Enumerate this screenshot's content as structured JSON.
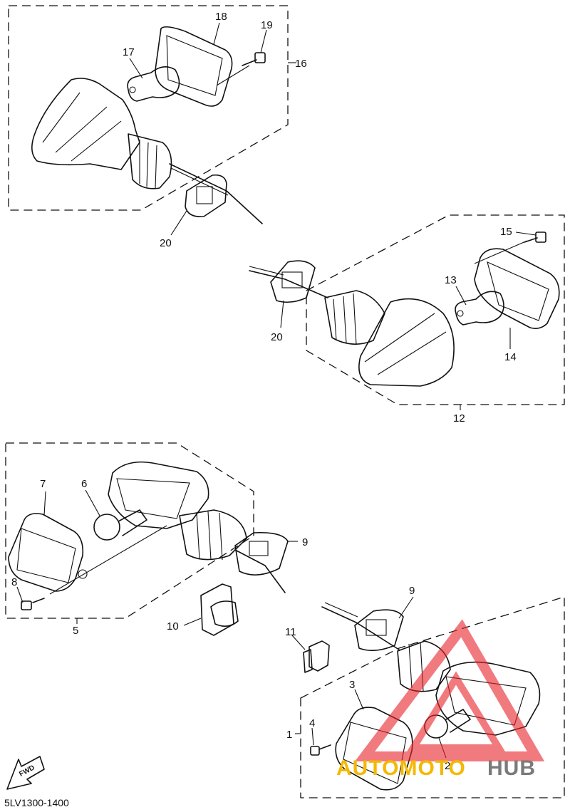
{
  "diagram": {
    "code": "5LV1300-1400",
    "fwd_label": "FWD",
    "callouts": {
      "c18": "18",
      "c19": "19",
      "c17": "17",
      "c16": "16",
      "c20a": "20",
      "c15": "15",
      "c13": "13",
      "c20b": "20",
      "c14": "14",
      "c12": "12",
      "c7": "7",
      "c6": "6",
      "c9a": "9",
      "c8": "8",
      "c5": "5",
      "c10": "10",
      "c9b": "9",
      "c11": "11",
      "c3": "3",
      "c4": "4",
      "c1": "1",
      "c2": "2"
    }
  },
  "watermark": {
    "part1": "AUTOMOTO",
    "part2": "HUB",
    "color_orange": "#f5b800",
    "color_red": "#e8222a",
    "color_gray": "#7a7a7a"
  }
}
